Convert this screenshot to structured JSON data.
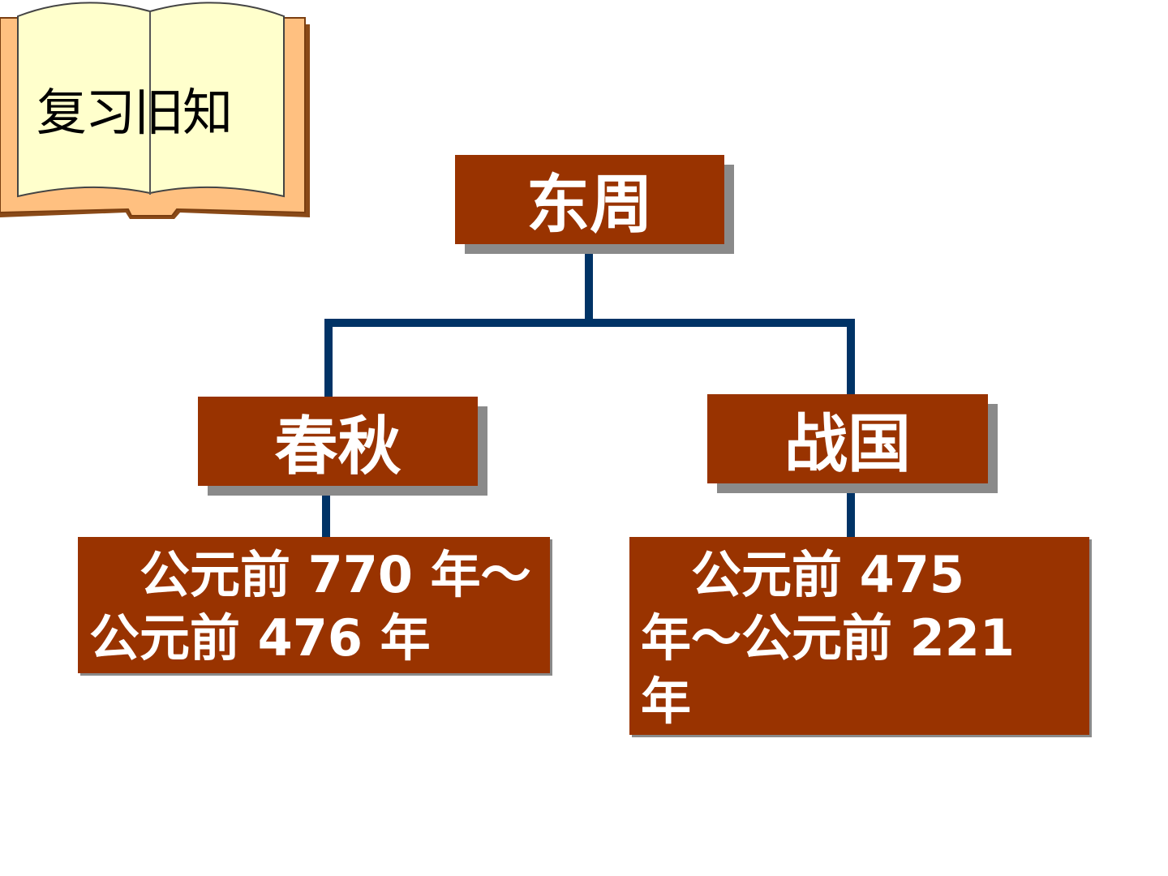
{
  "book_label": "复习旧知",
  "root": {
    "label": "东周"
  },
  "branches": [
    {
      "label": "春秋",
      "period": "　公元前 770 年～公元前 476 年"
    },
    {
      "label": "战国",
      "period": "　公元前 475 年～公元前 221 年"
    }
  ],
  "colors": {
    "box": "#993300",
    "line": "#003366",
    "shadow": "#8a8a8a",
    "book_page": "#ffffcc",
    "book_cover": "#ffc080"
  }
}
